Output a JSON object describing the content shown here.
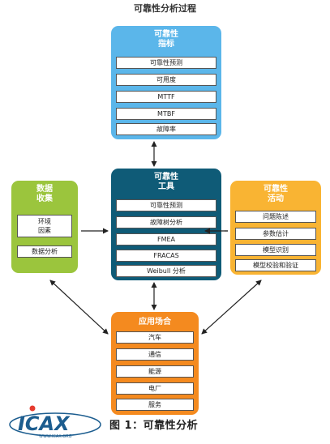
{
  "title": "可靠性分析过程",
  "caption": "图 1：可靠性分析",
  "logo": {
    "text": "ICAX",
    "subtext": "WWW.ICAX.ORG"
  },
  "colors": {
    "top": "#5bb6ea",
    "center": "#0f5b77",
    "left": "#9bc53d",
    "right": "#f9b433",
    "bottom": "#f48a1f"
  },
  "panels": {
    "top": {
      "title_lines": [
        "可靠性",
        "指标"
      ],
      "items": [
        "可靠性预测",
        "可用度",
        "MTTF",
        "MTBF",
        "故障率"
      ]
    },
    "center": {
      "title_lines": [
        "可靠性",
        "工具"
      ],
      "items": [
        "可靠性预测",
        "故障树分析",
        "FMEA",
        "FRACAS",
        "Weibull 分析"
      ]
    },
    "left": {
      "title_lines": [
        "数据",
        "收集"
      ],
      "items": [
        "环境\n因素",
        "数据分析"
      ]
    },
    "right": {
      "title_lines": [
        "可靠性",
        "活动"
      ],
      "items": [
        "问题陈述",
        "参数估计",
        "模型识别",
        "模型校验和验证"
      ]
    },
    "bottom": {
      "title_lines": [
        "应用场合"
      ],
      "items": [
        "汽车",
        "通信",
        "能源",
        "电厂",
        "服务"
      ]
    }
  }
}
